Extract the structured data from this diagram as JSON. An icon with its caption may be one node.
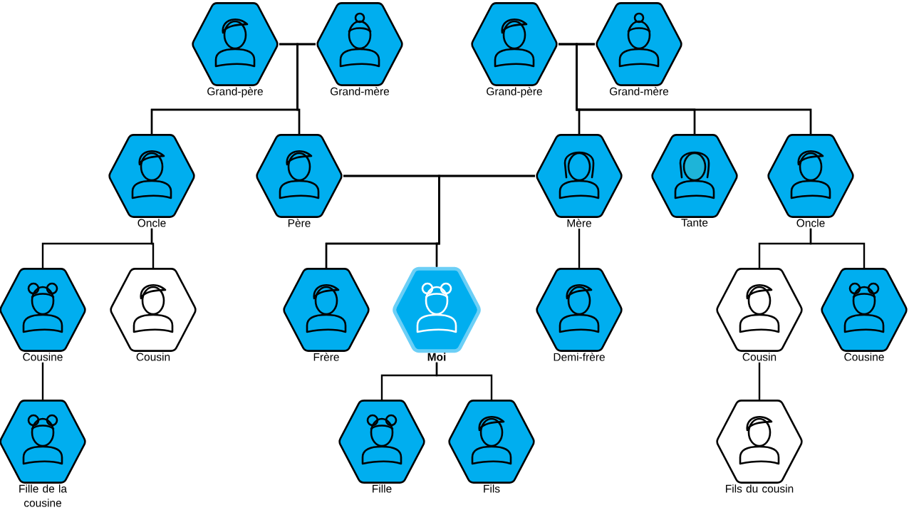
{
  "diagram": {
    "nodes": [
      {
        "text": [
          "Grand-père"
        ]
      },
      {
        "text": [
          "Grand-mère"
        ]
      },
      {
        "text": [
          "Grand-père"
        ]
      },
      {
        "text": [
          "Grand-mère"
        ]
      },
      {
        "text": [
          "Oncle"
        ]
      },
      {
        "text": [
          "Père"
        ]
      },
      {
        "text": [
          "Mère"
        ]
      },
      {
        "text": [
          "Tante"
        ]
      },
      {
        "text": [
          "Oncle"
        ]
      },
      {
        "text": [
          "Cousine"
        ]
      },
      {
        "text": [
          "Cousin"
        ]
      },
      {
        "text": [
          "Frère"
        ]
      },
      {
        "text": [
          "Moi"
        ]
      },
      {
        "text": [
          "Demi-frère"
        ]
      },
      {
        "text": [
          "Cousin"
        ]
      },
      {
        "text": [
          "Cousine"
        ]
      },
      {
        "text": [
          "Fille de la cousine"
        ]
      },
      {
        "text": [
          "Fille"
        ]
      },
      {
        "text": [
          "Fils"
        ]
      },
      {
        "text": [
          "Fils du cousin"
        ]
      }
    ],
    "edges": [
      {
        "from": 0,
        "to": 1,
        "arrow": "none"
      },
      {
        "from": 0,
        "to": 4,
        "arrow": "none"
      },
      {
        "from": 1,
        "to": 4,
        "arrow": "none"
      },
      {
        "from": 0,
        "to": 5,
        "arrow": "none"
      },
      {
        "from": 1,
        "to": 5,
        "arrow": "none"
      },
      {
        "from": 2,
        "to": 3,
        "arrow": "none"
      },
      {
        "from": 2,
        "to": 6,
        "arrow": "none"
      },
      {
        "from": 3,
        "to": 6,
        "arrow": "none"
      },
      {
        "from": 2,
        "to": 7,
        "arrow": "none"
      },
      {
        "from": 3,
        "to": 7,
        "arrow": "none"
      },
      {
        "from": 2,
        "to": 8,
        "arrow": "none"
      },
      {
        "from": 3,
        "to": 8,
        "arrow": "none"
      },
      {
        "from": 5,
        "to": 6,
        "arrow": "none"
      },
      {
        "from": 5,
        "to": 11,
        "arrow": "none"
      },
      {
        "from": 6,
        "to": 11,
        "arrow": "none"
      },
      {
        "from": 5,
        "to": 12,
        "arrow": "none"
      },
      {
        "from": 6,
        "to": 12,
        "arrow": "none"
      },
      {
        "from": 6,
        "to": 13,
        "arrow": "none"
      },
      {
        "from": 4,
        "to": 9,
        "arrow": "none"
      },
      {
        "from": 4,
        "to": 10,
        "arrow": "none"
      },
      {
        "from": 8,
        "to": 14,
        "arrow": "none"
      },
      {
        "from": 8,
        "to": 15,
        "arrow": "none"
      },
      {
        "from": 9,
        "to": 16,
        "arrow": "none"
      },
      {
        "from": 12,
        "to": 17,
        "arrow": "none"
      },
      {
        "from": 12,
        "to": 18,
        "arrow": "none"
      },
      {
        "from": 14,
        "to": 19,
        "arrow": "none"
      }
    ]
  }
}
